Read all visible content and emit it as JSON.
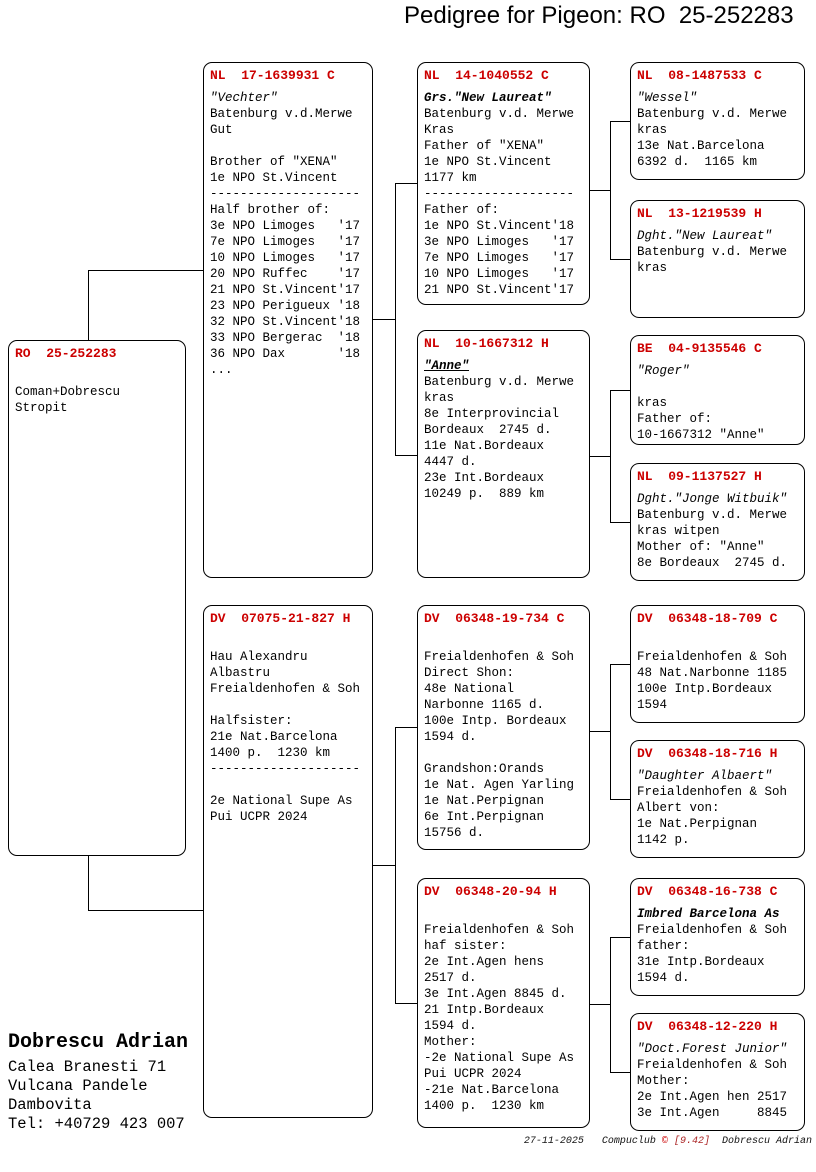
{
  "title": "Pedigree for Pigeon: RO  25-252283",
  "colors": {
    "accent": "#cc0000",
    "text": "#000000",
    "border": "#000000",
    "background": "#ffffff"
  },
  "boxes": {
    "subject": {
      "header": "RO  25-252283",
      "lines": [
        {
          "t": ""
        },
        {
          "t": "Coman+Dobrescu"
        },
        {
          "t": "Stropit"
        }
      ]
    },
    "sire": {
      "header": "NL  17-1639931 C",
      "lines": [
        {
          "t": "\"Vechter\"",
          "i": true
        },
        {
          "t": "Batenburg v.d.Merwe"
        },
        {
          "t": "Gut"
        },
        {
          "t": ""
        },
        {
          "t": "Brother of \"XENA\""
        },
        {
          "t": "1e NPO St.Vincent"
        },
        {
          "t": "--------------------"
        },
        {
          "t": "Half brother of:"
        },
        {
          "t": "3e NPO Limoges   '17"
        },
        {
          "t": "7e NPO Limoges   '17"
        },
        {
          "t": "10 NPO Limoges   '17"
        },
        {
          "t": "20 NPO Ruffec    '17"
        },
        {
          "t": "21 NPO St.Vincent'17"
        },
        {
          "t": "23 NPO Perigueux '18"
        },
        {
          "t": "32 NPO St.Vincent'18"
        },
        {
          "t": "33 NPO Bergerac  '18"
        },
        {
          "t": "36 NPO Dax       '18"
        },
        {
          "t": "..."
        }
      ]
    },
    "dam": {
      "header": "DV  07075-21-827 H",
      "lines": [
        {
          "t": ""
        },
        {
          "t": "Hau Alexandru"
        },
        {
          "t": "Albastru"
        },
        {
          "t": "Freialdenhofen & Soh"
        },
        {
          "t": ""
        },
        {
          "t": "Halfsister:"
        },
        {
          "t": "21e Nat.Barcelona"
        },
        {
          "t": "1400 p.  1230 km"
        },
        {
          "t": "--------------------"
        },
        {
          "t": ""
        },
        {
          "t": "2e National Supe As"
        },
        {
          "t": "Pui UCPR 2024"
        }
      ]
    },
    "ss": {
      "header": "NL  14-1040552 C",
      "lines": [
        {
          "t": "Grs.\"New Laureat\"",
          "i": true,
          "b": true
        },
        {
          "t": "Batenburg v.d. Merwe"
        },
        {
          "t": "Kras"
        },
        {
          "t": "Father of \"XENA\""
        },
        {
          "t": "1e NPO St.Vincent"
        },
        {
          "t": "1177 km"
        },
        {
          "t": "--------------------"
        },
        {
          "t": "Father of:"
        },
        {
          "t": "1e NPO St.Vincent'18"
        },
        {
          "t": "3e NPO Limoges   '17"
        },
        {
          "t": "7e NPO Limoges   '17"
        },
        {
          "t": "10 NPO Limoges   '17"
        },
        {
          "t": "21 NPO St.Vincent'17"
        }
      ]
    },
    "sd": {
      "header": "NL  10-1667312 H",
      "lines": [
        {
          "t": "\"Anne\"",
          "i": true,
          "b": true,
          "u": true
        },
        {
          "t": "Batenburg v.d. Merwe"
        },
        {
          "t": "kras"
        },
        {
          "t": "8e Interprovincial"
        },
        {
          "t": "Bordeaux  2745 d."
        },
        {
          "t": "11e Nat.Bordeaux"
        },
        {
          "t": "4447 d."
        },
        {
          "t": "23e Int.Bordeaux"
        },
        {
          "t": "10249 p.  889 km"
        }
      ]
    },
    "ds": {
      "header": "DV  06348-19-734 C",
      "lines": [
        {
          "t": ""
        },
        {
          "t": "Freialdenhofen & Soh"
        },
        {
          "t": "Direct Shon:"
        },
        {
          "t": "48e National"
        },
        {
          "t": "Narbonne 1165 d."
        },
        {
          "t": "100e Intp. Bordeaux"
        },
        {
          "t": "1594 d."
        },
        {
          "t": ""
        },
        {
          "t": "Grandshon:Orands"
        },
        {
          "t": "1e Nat. Agen Yarling"
        },
        {
          "t": "1e Nat.Perpignan"
        },
        {
          "t": "6e Int.Perpignan"
        },
        {
          "t": "15756 d."
        }
      ]
    },
    "dd": {
      "header": "DV  06348-20-94 H",
      "lines": [
        {
          "t": ""
        },
        {
          "t": "Freialdenhofen & Soh"
        },
        {
          "t": "haf sister:"
        },
        {
          "t": "2e Int.Agen hens"
        },
        {
          "t": "2517 d."
        },
        {
          "t": "3e Int.Agen 8845 d."
        },
        {
          "t": "21 Intp.Bordeaux"
        },
        {
          "t": "1594 d."
        },
        {
          "t": "Mother:"
        },
        {
          "t": "-2e National Supe As"
        },
        {
          "t": "Pui UCPR 2024"
        },
        {
          "t": "-21e Nat.Barcelona"
        },
        {
          "t": "1400 p.  1230 km"
        }
      ]
    },
    "sss": {
      "header": "NL  08-1487533 C",
      "lines": [
        {
          "t": "\"Wessel\"",
          "i": true
        },
        {
          "t": "Batenburg v.d. Merwe"
        },
        {
          "t": "kras"
        },
        {
          "t": "13e Nat.Barcelona"
        },
        {
          "t": "6392 d.  1165 km"
        }
      ]
    },
    "ssd": {
      "header": "NL  13-1219539 H",
      "lines": [
        {
          "t": "Dght.\"New Laureat\"",
          "i": true
        },
        {
          "t": "Batenburg v.d. Merwe"
        },
        {
          "t": "kras"
        }
      ]
    },
    "sds": {
      "header": "BE  04-9135546 C",
      "lines": [
        {
          "t": "\"Roger\"",
          "i": true
        },
        {
          "t": ""
        },
        {
          "t": "kras"
        },
        {
          "t": "Father of:"
        },
        {
          "t": "10-1667312 \"Anne\""
        }
      ]
    },
    "sdd": {
      "header": "NL  09-1137527 H",
      "lines": [
        {
          "t": "Dght.\"Jonge Witbuik\"",
          "i": true
        },
        {
          "t": "Batenburg v.d. Merwe"
        },
        {
          "t": "kras witpen"
        },
        {
          "t": "Mother of: \"Anne\""
        },
        {
          "t": "8e Bordeaux  2745 d."
        }
      ]
    },
    "dss": {
      "header": "DV  06348-18-709 C",
      "lines": [
        {
          "t": ""
        },
        {
          "t": "Freialdenhofen & Soh"
        },
        {
          "t": "48 Nat.Narbonne 1185"
        },
        {
          "t": "100e Intp.Bordeaux"
        },
        {
          "t": "1594"
        }
      ]
    },
    "dsd": {
      "header": "DV  06348-18-716 H",
      "lines": [
        {
          "t": "\"Daughter Albaert\"",
          "i": true
        },
        {
          "t": "Freialdenhofen & Soh"
        },
        {
          "t": "Albert von:"
        },
        {
          "t": "1e Nat.Perpignan"
        },
        {
          "t": "1142 p."
        }
      ]
    },
    "dds": {
      "header": "DV  06348-16-738 C",
      "lines": [
        {
          "t": "Imbred Barcelona As",
          "i": true,
          "b": true
        },
        {
          "t": "Freialdenhofen & Soh"
        },
        {
          "t": "father:"
        },
        {
          "t": "31e Intp.Bordeaux"
        },
        {
          "t": "1594 d."
        }
      ]
    },
    "ddd": {
      "header": "DV  06348-12-220 H",
      "lines": [
        {
          "t": "\"Doct.Forest Junior\"",
          "i": true
        },
        {
          "t": "Freialdenhofen & Soh"
        },
        {
          "t": "Mother:"
        },
        {
          "t": "2e Int.Agen hen 2517"
        },
        {
          "t": "3e Int.Agen     8845"
        }
      ]
    }
  },
  "owner": {
    "name": "Dobrescu Adrian",
    "address": [
      "Calea Branesti 71",
      "Vulcana Pandele",
      "Dambovita",
      "Tel: +40729 423 007"
    ]
  },
  "footer": {
    "date": "27-11-2025",
    "app": "Compuclub",
    "copyright": "©",
    "version": "[9.42]",
    "user": "Dobrescu Adrian"
  }
}
